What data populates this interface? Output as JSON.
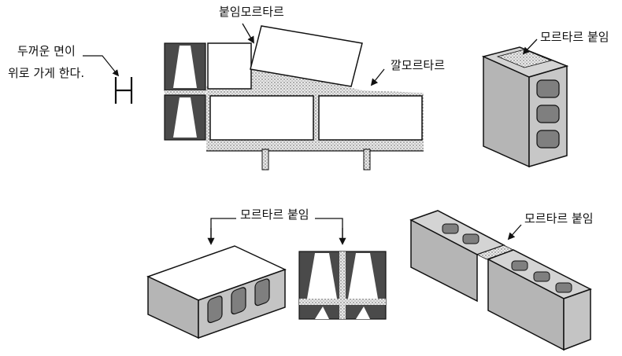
{
  "labels": {
    "thick_face_line1": "두꺼운 면이",
    "thick_face_line2": "위로 가게 한다.",
    "head_mortar_top": "붙임모르타르",
    "bed_mortar": "깔모르타르",
    "mortar_attach_right_top": "모르타르 붙임",
    "mortar_attach_bottom_center": "모르타르 붙임",
    "mortar_attach_bottom_right": "모르타르 붙임"
  },
  "colors": {
    "block_face": "#bdbdbd",
    "block_dark": "#8e8e8e",
    "block_shade": "#a6a6a6",
    "mortar_dot": "#555555",
    "line": "#111111"
  }
}
